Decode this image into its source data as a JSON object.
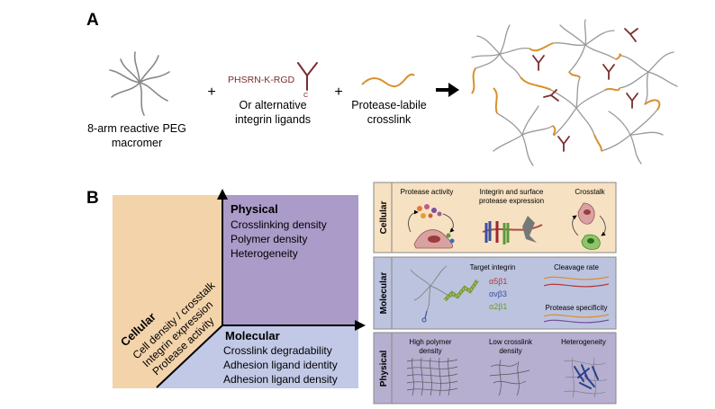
{
  "panel_a": {
    "label": "A",
    "peg_label_line1": "8-arm reactive PEG",
    "peg_label_line2": "macromer",
    "plus1": "+",
    "ligand_text": "PHSRN-K-RGD",
    "ligand_c": "C",
    "alt_line1": "Or alternative",
    "alt_line2": "integrin ligands",
    "plus2": "+",
    "crosslink_line1": "Protease-labile",
    "crosslink_line2": "crosslink"
  },
  "panel_b": {
    "label": "B",
    "physical": {
      "title": "Physical",
      "items": [
        "Crosslinking density",
        "Polymer density",
        "Heterogeneity"
      ]
    },
    "molecular": {
      "title": "Molecular",
      "items": [
        "Crosslink degradability",
        "Adhesion ligand identity",
        "Adhesion ligand density"
      ]
    },
    "cellular": {
      "title": "Cellular",
      "items": [
        "Cell density / crosstalk",
        "Integrin expression",
        "Protease activity"
      ]
    }
  },
  "boxes": {
    "cellular": {
      "side_label": "Cellular",
      "protease_activity": "Protease activity",
      "integrin_line1": "Integrin and surface",
      "integrin_line2": "protease expression",
      "crosstalk": "Crosstalk"
    },
    "molecular": {
      "side_label": "Molecular",
      "target_integrin": "Target integrin",
      "integrin_1": "α5β1",
      "integrin_2": "αvβ3",
      "integrin_3": "α2β1",
      "cleavage_rate": "Cleavage rate",
      "protease_specificity": "Protease specificity"
    },
    "physical": {
      "side_label": "Physical",
      "high_line1": "High polymer",
      "high_line2": "density",
      "low_line1": "Low crosslink",
      "low_line2": "density",
      "heterogeneity": "Heterogeneity"
    }
  },
  "colors": {
    "cellular_fill": "#f3d3aa",
    "physical_fill": "#aa9bc9",
    "molecular_fill": "#c2c9e6",
    "box_cellular": "#f6e1c2",
    "box_molecular": "#bcc3df",
    "box_physical": "#b6afd0",
    "ligand": "#7a2e2e",
    "crosslink": "#d9902b"
  }
}
